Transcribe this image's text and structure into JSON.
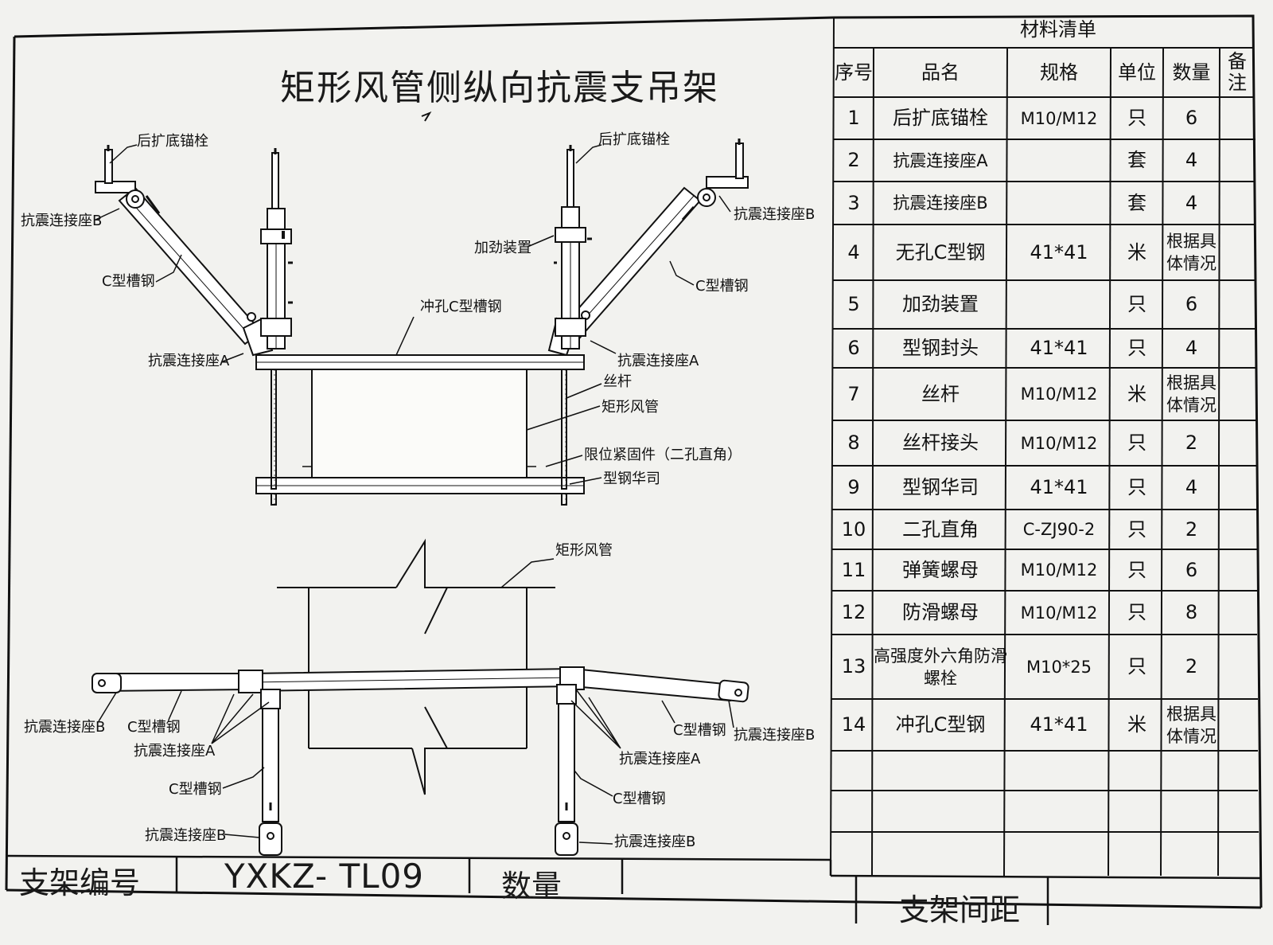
{
  "drawing": {
    "title": "矩形风管侧纵向抗震支吊架",
    "front_view_labels": {
      "anchor_left": "后扩底锚栓",
      "anchor_right": "后扩底锚栓",
      "seat_b_left": "抗震连接座B",
      "seat_b_right": "抗震连接座B",
      "channel_left": "C型槽钢",
      "channel_right": "C型槽钢",
      "stiffener": "加劲装置",
      "punched_channel": "冲孔C型槽钢",
      "seat_a_left": "抗震连接座A",
      "seat_a_right": "抗震连接座A",
      "threaded_rod": "丝杆",
      "duct": "矩形风管",
      "limit_fastener": "限位紧固件（二孔直角）",
      "washer": "型钢华司"
    },
    "plan_view_labels": {
      "duct": "矩形风管",
      "seat_b_left": "抗震连接座B",
      "channel_left": "C型槽钢",
      "seat_a_left": "抗震连接座A",
      "channel_left_down": "C型槽钢",
      "seat_b_left_down": "抗震连接座B",
      "channel_right": "C型槽钢",
      "seat_b_right": "抗震连接座B",
      "seat_a_right": "抗震连接座A",
      "channel_right_down": "C型槽钢",
      "seat_b_right_down": "抗震连接座B"
    }
  },
  "materials": {
    "title": "材料清单",
    "headers": [
      "序号",
      "品名",
      "规格",
      "单位",
      "数量",
      "备注"
    ],
    "rows": [
      [
        "1",
        "后扩底锚栓",
        "M10/M12",
        "只",
        "6",
        ""
      ],
      [
        "2",
        "抗震连接座A",
        "",
        "套",
        "4",
        ""
      ],
      [
        "3",
        "抗震连接座B",
        "",
        "套",
        "4",
        ""
      ],
      [
        "4",
        "无孔C型钢",
        "41*41",
        "米",
        "根据具体情况",
        ""
      ],
      [
        "5",
        "加劲装置",
        "",
        "只",
        "6",
        ""
      ],
      [
        "6",
        "型钢封头",
        "41*41",
        "只",
        "4",
        ""
      ],
      [
        "7",
        "丝杆",
        "M10/M12",
        "米",
        "根据具体情况",
        ""
      ],
      [
        "8",
        "丝杆接头",
        "M10/M12",
        "只",
        "2",
        ""
      ],
      [
        "9",
        "型钢华司",
        "41*41",
        "只",
        "4",
        ""
      ],
      [
        "10",
        "二孔直角",
        "C-ZJ90-2",
        "只",
        "2",
        ""
      ],
      [
        "11",
        "弹簧螺母",
        "M10/M12",
        "只",
        "6",
        ""
      ],
      [
        "12",
        "防滑螺母",
        "M10/M12",
        "只",
        "8",
        ""
      ],
      [
        "13",
        "高强度外六角防滑螺栓",
        "M10*25",
        "只",
        "2",
        ""
      ],
      [
        "14",
        "冲孔C型钢",
        "41*41",
        "米",
        "根据具体情况",
        ""
      ]
    ]
  },
  "footer": {
    "bracket_no_label": "支架编号",
    "bracket_no": "YXKZ- TL09",
    "qty_label": "数量",
    "spacing_label": "支架间距"
  }
}
